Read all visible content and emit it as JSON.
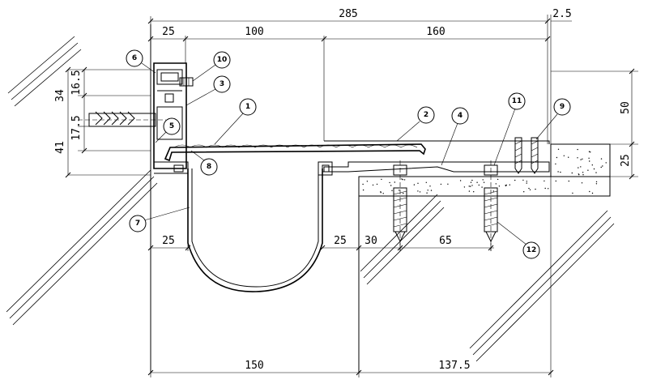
{
  "dimensions": {
    "top_total": "285",
    "top_right": "2.5",
    "top_25": "25",
    "top_100": "100",
    "top_160": "160",
    "left_16_5": "16.5",
    "left_34": "34",
    "left_17_5": "17.5",
    "left_41": "41",
    "right_50": "50",
    "right_25": "25",
    "mid_25_left": "25",
    "mid_25_right": "25",
    "mid_30": "30",
    "mid_65": "65",
    "bottom_150": "150",
    "bottom_137_5": "137.5"
  },
  "callouts": [
    "1",
    "2",
    "3",
    "4",
    "5",
    "6",
    "7",
    "8",
    "9",
    "10",
    "11",
    "12"
  ]
}
